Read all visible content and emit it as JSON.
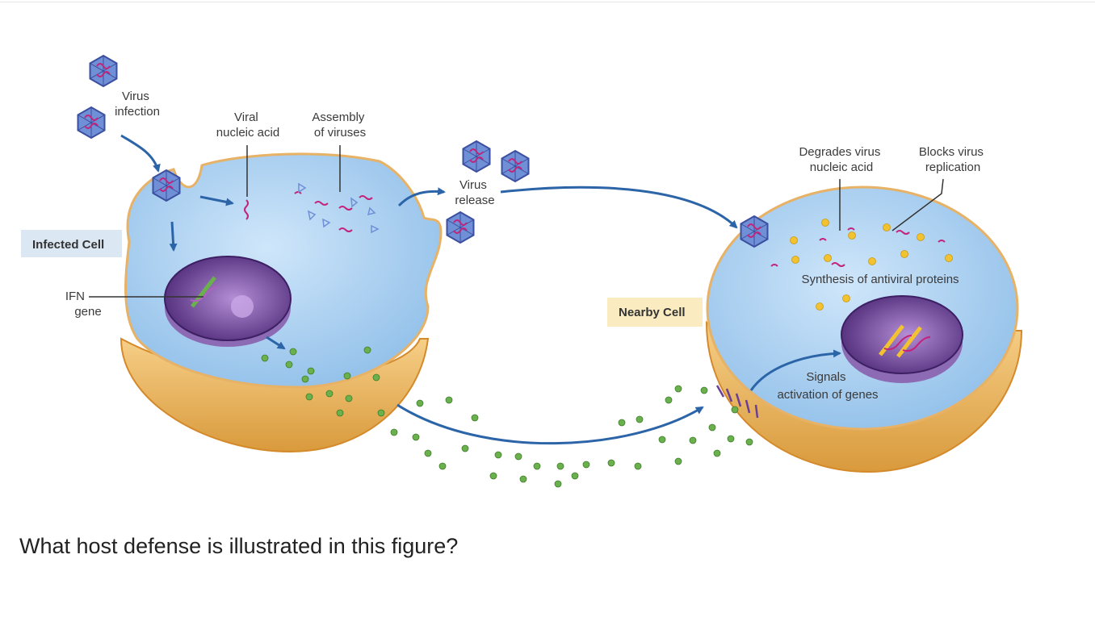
{
  "figure": {
    "labels": {
      "virus_infection": [
        "Virus",
        "infection"
      ],
      "viral_nucleic_acid": [
        "Viral",
        "nucleic acid"
      ],
      "assembly_of_viruses": [
        "Assembly",
        "of viruses"
      ],
      "virus_release": [
        "Virus",
        "release"
      ],
      "infected_cell": "Infected Cell",
      "ifn_gene": [
        "IFN",
        "gene"
      ],
      "nearby_cell": "Nearby Cell",
      "degrades_virus": [
        "Degrades virus",
        "nucleic acid"
      ],
      "blocks_virus": [
        "Blocks virus",
        "replication"
      ],
      "synthesis": "Synthesis of antiviral proteins",
      "signals": [
        "Signals",
        "activation of genes"
      ]
    },
    "colors": {
      "cytoplasm": "#a9cff0",
      "membrane": "#f0c47a",
      "nucleus": "#6b3f93",
      "virus": "#6f8fd6",
      "viral_rna": "#c2247a",
      "interferon": "#6ab04c",
      "antiviral_protein": "#f2c230",
      "arrow": "#2c64a8"
    }
  },
  "question": {
    "text": "What host defense is illustrated in this figure?"
  }
}
